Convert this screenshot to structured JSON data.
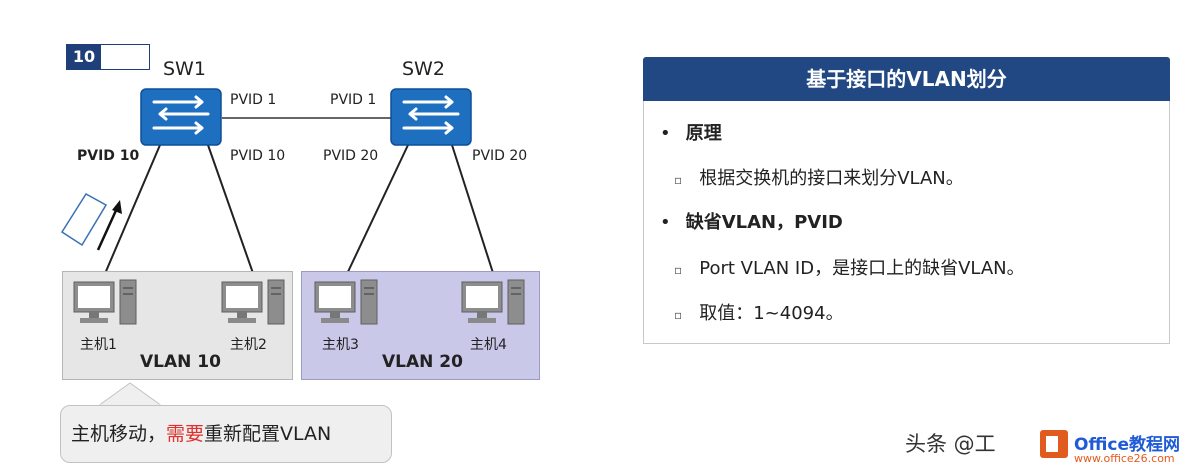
{
  "diagram": {
    "frame_number": "10",
    "switches": [
      {
        "name": "SW1"
      },
      {
        "name": "SW2"
      }
    ],
    "port_labels": {
      "sw1_trunk": "PVID 1",
      "sw2_trunk": "PVID 1",
      "sw1_left": "PVID 10",
      "sw1_right": "PVID 10",
      "sw2_left": "PVID 20",
      "sw2_right": "PVID 20"
    },
    "hosts": [
      "主机1",
      "主机2",
      "主机3",
      "主机4"
    ],
    "vlans": [
      {
        "label": "VLAN 10",
        "color": "#e6e6e6"
      },
      {
        "label": "VLAN 20",
        "color": "#c9c8e8"
      }
    ],
    "callout": {
      "prefix": "主机移动，",
      "highlight": "需要",
      "suffix": "重新配置VLAN"
    },
    "colors": {
      "switch": "#1f6fc0",
      "panel_header": "#214883",
      "highlight_red": "#e0302e"
    }
  },
  "panel": {
    "title": "基于接口的VLAN划分",
    "sections": [
      {
        "heading": "原理",
        "items": [
          "根据交换机的接口来划分VLAN。"
        ]
      },
      {
        "heading": "缺省VLAN，PVID",
        "items": [
          "Port VLAN ID，是接口上的缺省VLAN。",
          "取值：1~4094。"
        ]
      }
    ]
  },
  "watermark": {
    "text": "头条 @工",
    "brand": "Office教程网",
    "url": "www.office26.com"
  }
}
